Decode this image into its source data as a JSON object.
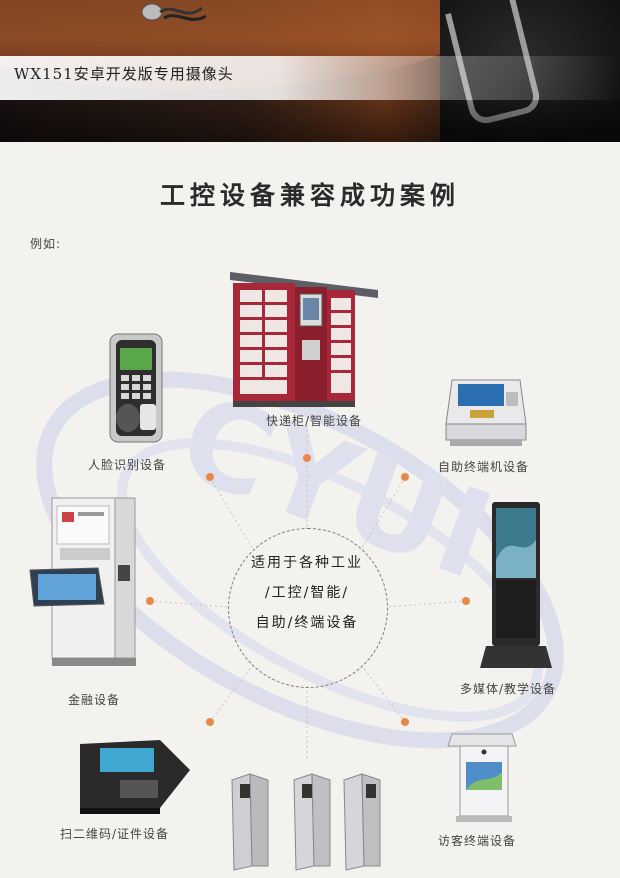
{
  "banner": {
    "caption": "WX151安卓开发版专用摄像头"
  },
  "section": {
    "title": "工控设备兼容成功案例",
    "subtitle": "例如:",
    "center_lines": [
      "适用于各种工业",
      "/工控/智能/",
      "自助/终端设备"
    ],
    "watermark": "CYUI"
  },
  "devices": {
    "locker": "快递柜/智能设备",
    "face": "人脸识别设备",
    "selfservice": "自助终端机设备",
    "finance": "金融设备",
    "media": "多媒体/教学设备",
    "scanner": "扫二维码/证件设备",
    "visitor": "访客终端设备"
  },
  "colors": {
    "accent_dot": "#e8894a",
    "locker_red": "#a8283a",
    "watermark": "#c9cfe8"
  }
}
